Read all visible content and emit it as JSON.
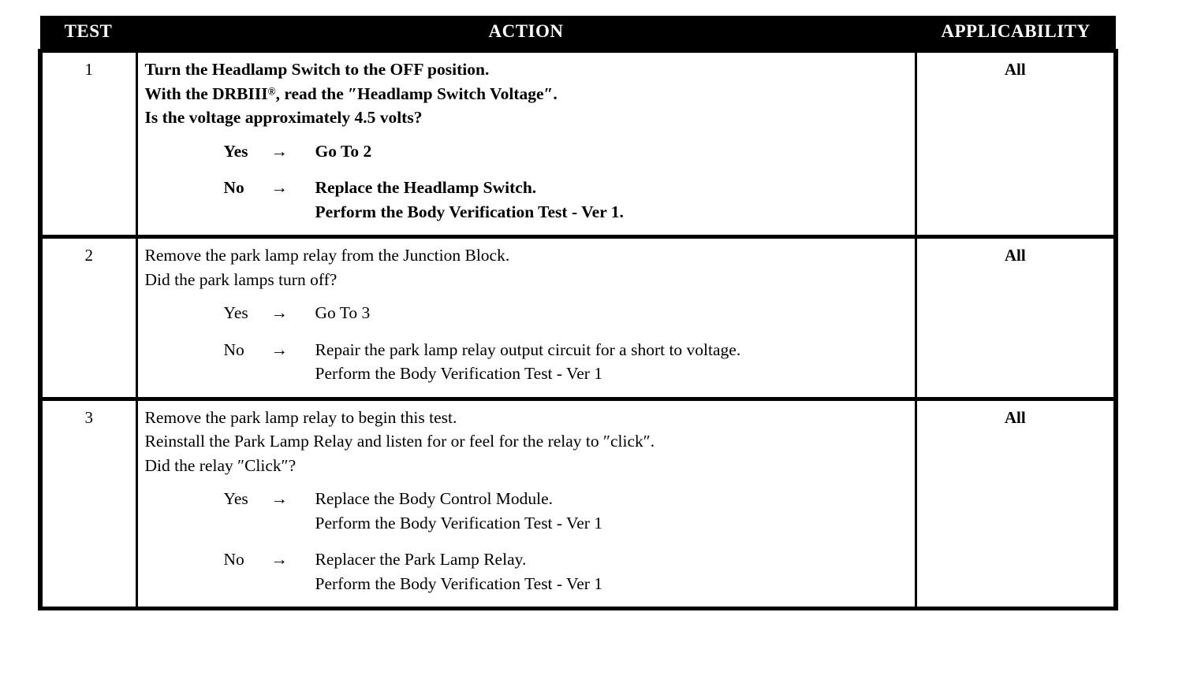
{
  "table": {
    "headers": {
      "test": "TEST",
      "action": "ACTION",
      "applicability": "APPLICABILITY"
    },
    "rows": [
      {
        "test": "1",
        "applicability": "All",
        "statements": [
          "Turn the Headlamp Switch to the OFF position.",
          "With the DRBIII®, read the ″Headlamp Switch Voltage″.",
          "Is the voltage approximately 4.5 volts?"
        ],
        "statements_bold": true,
        "branches": [
          {
            "label": "Yes",
            "arrow": "→",
            "result_lines": [
              "Go To   2"
            ],
            "bold": true
          },
          {
            "label": "No",
            "arrow": "→",
            "result_lines": [
              "Replace the Headlamp Switch.",
              "Perform the Body Verification Test - Ver 1."
            ],
            "bold": true
          }
        ]
      },
      {
        "test": "2",
        "applicability": "All",
        "statements": [
          "Remove the park lamp relay from the Junction Block.",
          "Did the park lamps turn off?"
        ],
        "statements_bold": false,
        "branches": [
          {
            "label": "Yes",
            "arrow": "→",
            "result_lines": [
              "Go To   3"
            ],
            "bold": false
          },
          {
            "label": "No",
            "arrow": "→",
            "result_lines": [
              "Repair the park lamp relay output circuit for a short to voltage.",
              "Perform the Body Verification Test - Ver 1"
            ],
            "bold": false
          }
        ]
      },
      {
        "test": "3",
        "applicability": "All",
        "statements": [
          "Remove the park lamp relay to begin this test.",
          "Reinstall the Park Lamp Relay and listen for or feel for the relay to ″click″.",
          "Did the relay ″Click″?"
        ],
        "statements_bold": false,
        "branches": [
          {
            "label": "Yes",
            "arrow": "→",
            "result_lines": [
              "Replace the Body Control Module.",
              "Perform the Body Verification Test - Ver 1"
            ],
            "bold": false
          },
          {
            "label": "No",
            "arrow": "→",
            "result_lines": [
              "Replacer the Park Lamp Relay.",
              "Perform the Body Verification Test - Ver 1"
            ],
            "bold": false
          }
        ]
      }
    ]
  },
  "colors": {
    "header_background": "#000000",
    "header_text": "#ffffff",
    "border": "#000000",
    "page_background": "#ffffff",
    "body_text": "#000000"
  }
}
